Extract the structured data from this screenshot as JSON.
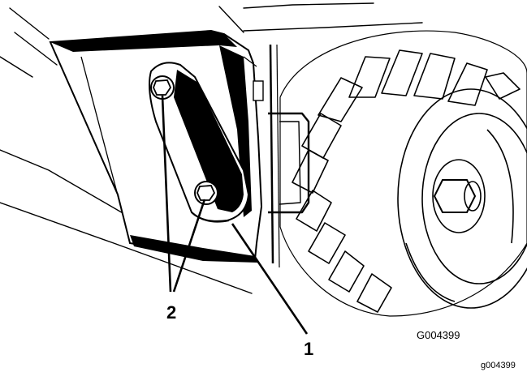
{
  "figure": {
    "callouts": [
      {
        "id": "1",
        "label": "1"
      },
      {
        "id": "2",
        "label": "2"
      }
    ],
    "figure_code": "G004399",
    "footer_code": "g004399"
  }
}
